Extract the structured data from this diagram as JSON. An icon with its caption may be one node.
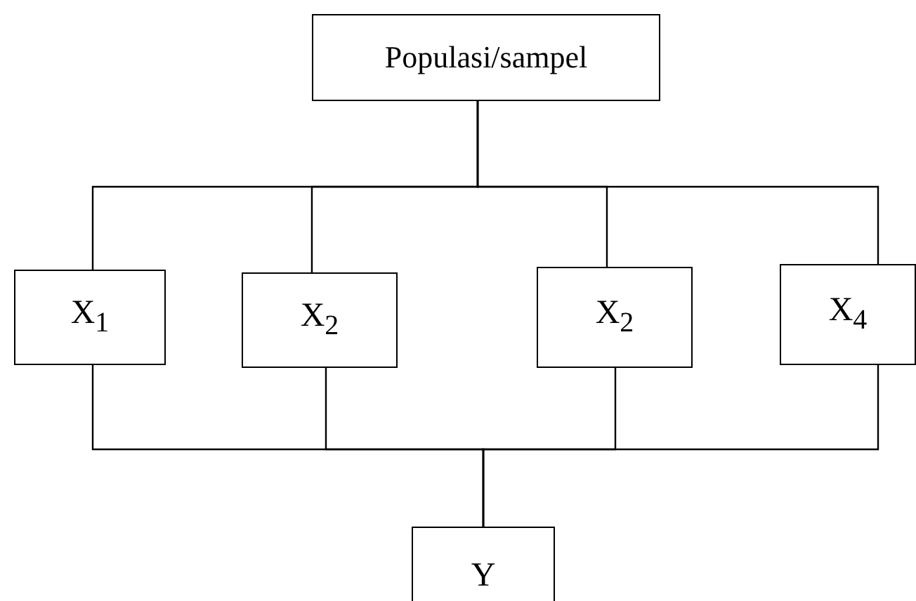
{
  "diagram": {
    "nodes": [
      {
        "text": [
          "Populasi/sampel"
        ]
      },
      {
        "text": [
          "X$_{1}$"
        ]
      },
      {
        "text": [
          "X$_{2}$"
        ]
      },
      {
        "text": [
          "X$_{2}$"
        ]
      },
      {
        "text": [
          "X$_{4}$"
        ]
      },
      {
        "text": [
          "Y"
        ]
      }
    ],
    "edges": [
      {
        "from": 0,
        "to": 1,
        "arrow": "none"
      },
      {
        "from": 0,
        "to": 2,
        "arrow": "none"
      },
      {
        "from": 0,
        "to": 3,
        "arrow": "none"
      },
      {
        "from": 0,
        "to": 4,
        "arrow": "none"
      },
      {
        "from": 1,
        "to": 5,
        "arrow": "none"
      },
      {
        "from": 2,
        "to": 5,
        "arrow": "none"
      },
      {
        "from": 3,
        "to": 5,
        "arrow": "none"
      },
      {
        "from": 4,
        "to": 5,
        "arrow": "none"
      }
    ]
  }
}
